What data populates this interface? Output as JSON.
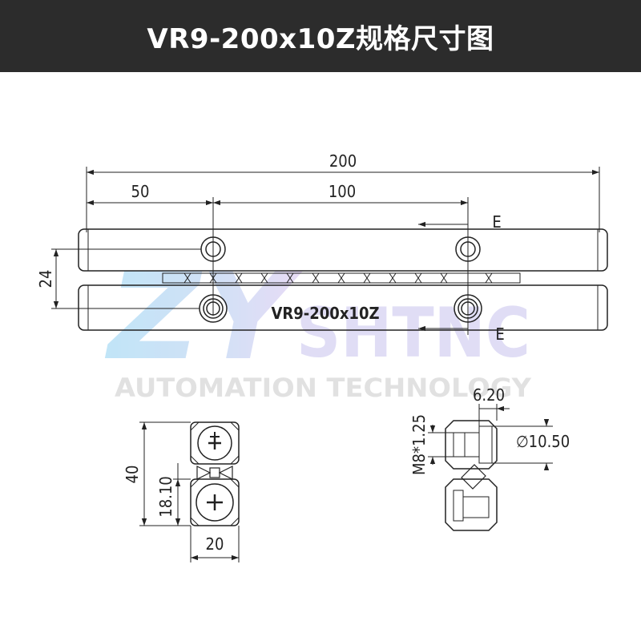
{
  "header": {
    "title": "VR9-200x10Z规格尺寸图",
    "background": "#2c2c2c"
  },
  "front_view": {
    "dim_overall_length": "200",
    "dim_end_to_hole": "50",
    "dim_hole_pitch": "100",
    "dim_rail_spacing": "24",
    "section_mark_top": "E",
    "section_mark_bottom": "E",
    "rail_marking": "VR9-200x10Z"
  },
  "end_view": {
    "dim_height": "40",
    "dim_rail_height": "18.10",
    "dim_width": "20"
  },
  "section_view": {
    "dim_counterbore_depth": "6.20",
    "dim_counterbore_diameter": "∅10.50",
    "dim_thread": "M8*1.25"
  },
  "watermark": {
    "logo_letters": "ZY",
    "brand": "SHTNC",
    "tagline": "AUTOMATION TECHNOLOGY"
  }
}
